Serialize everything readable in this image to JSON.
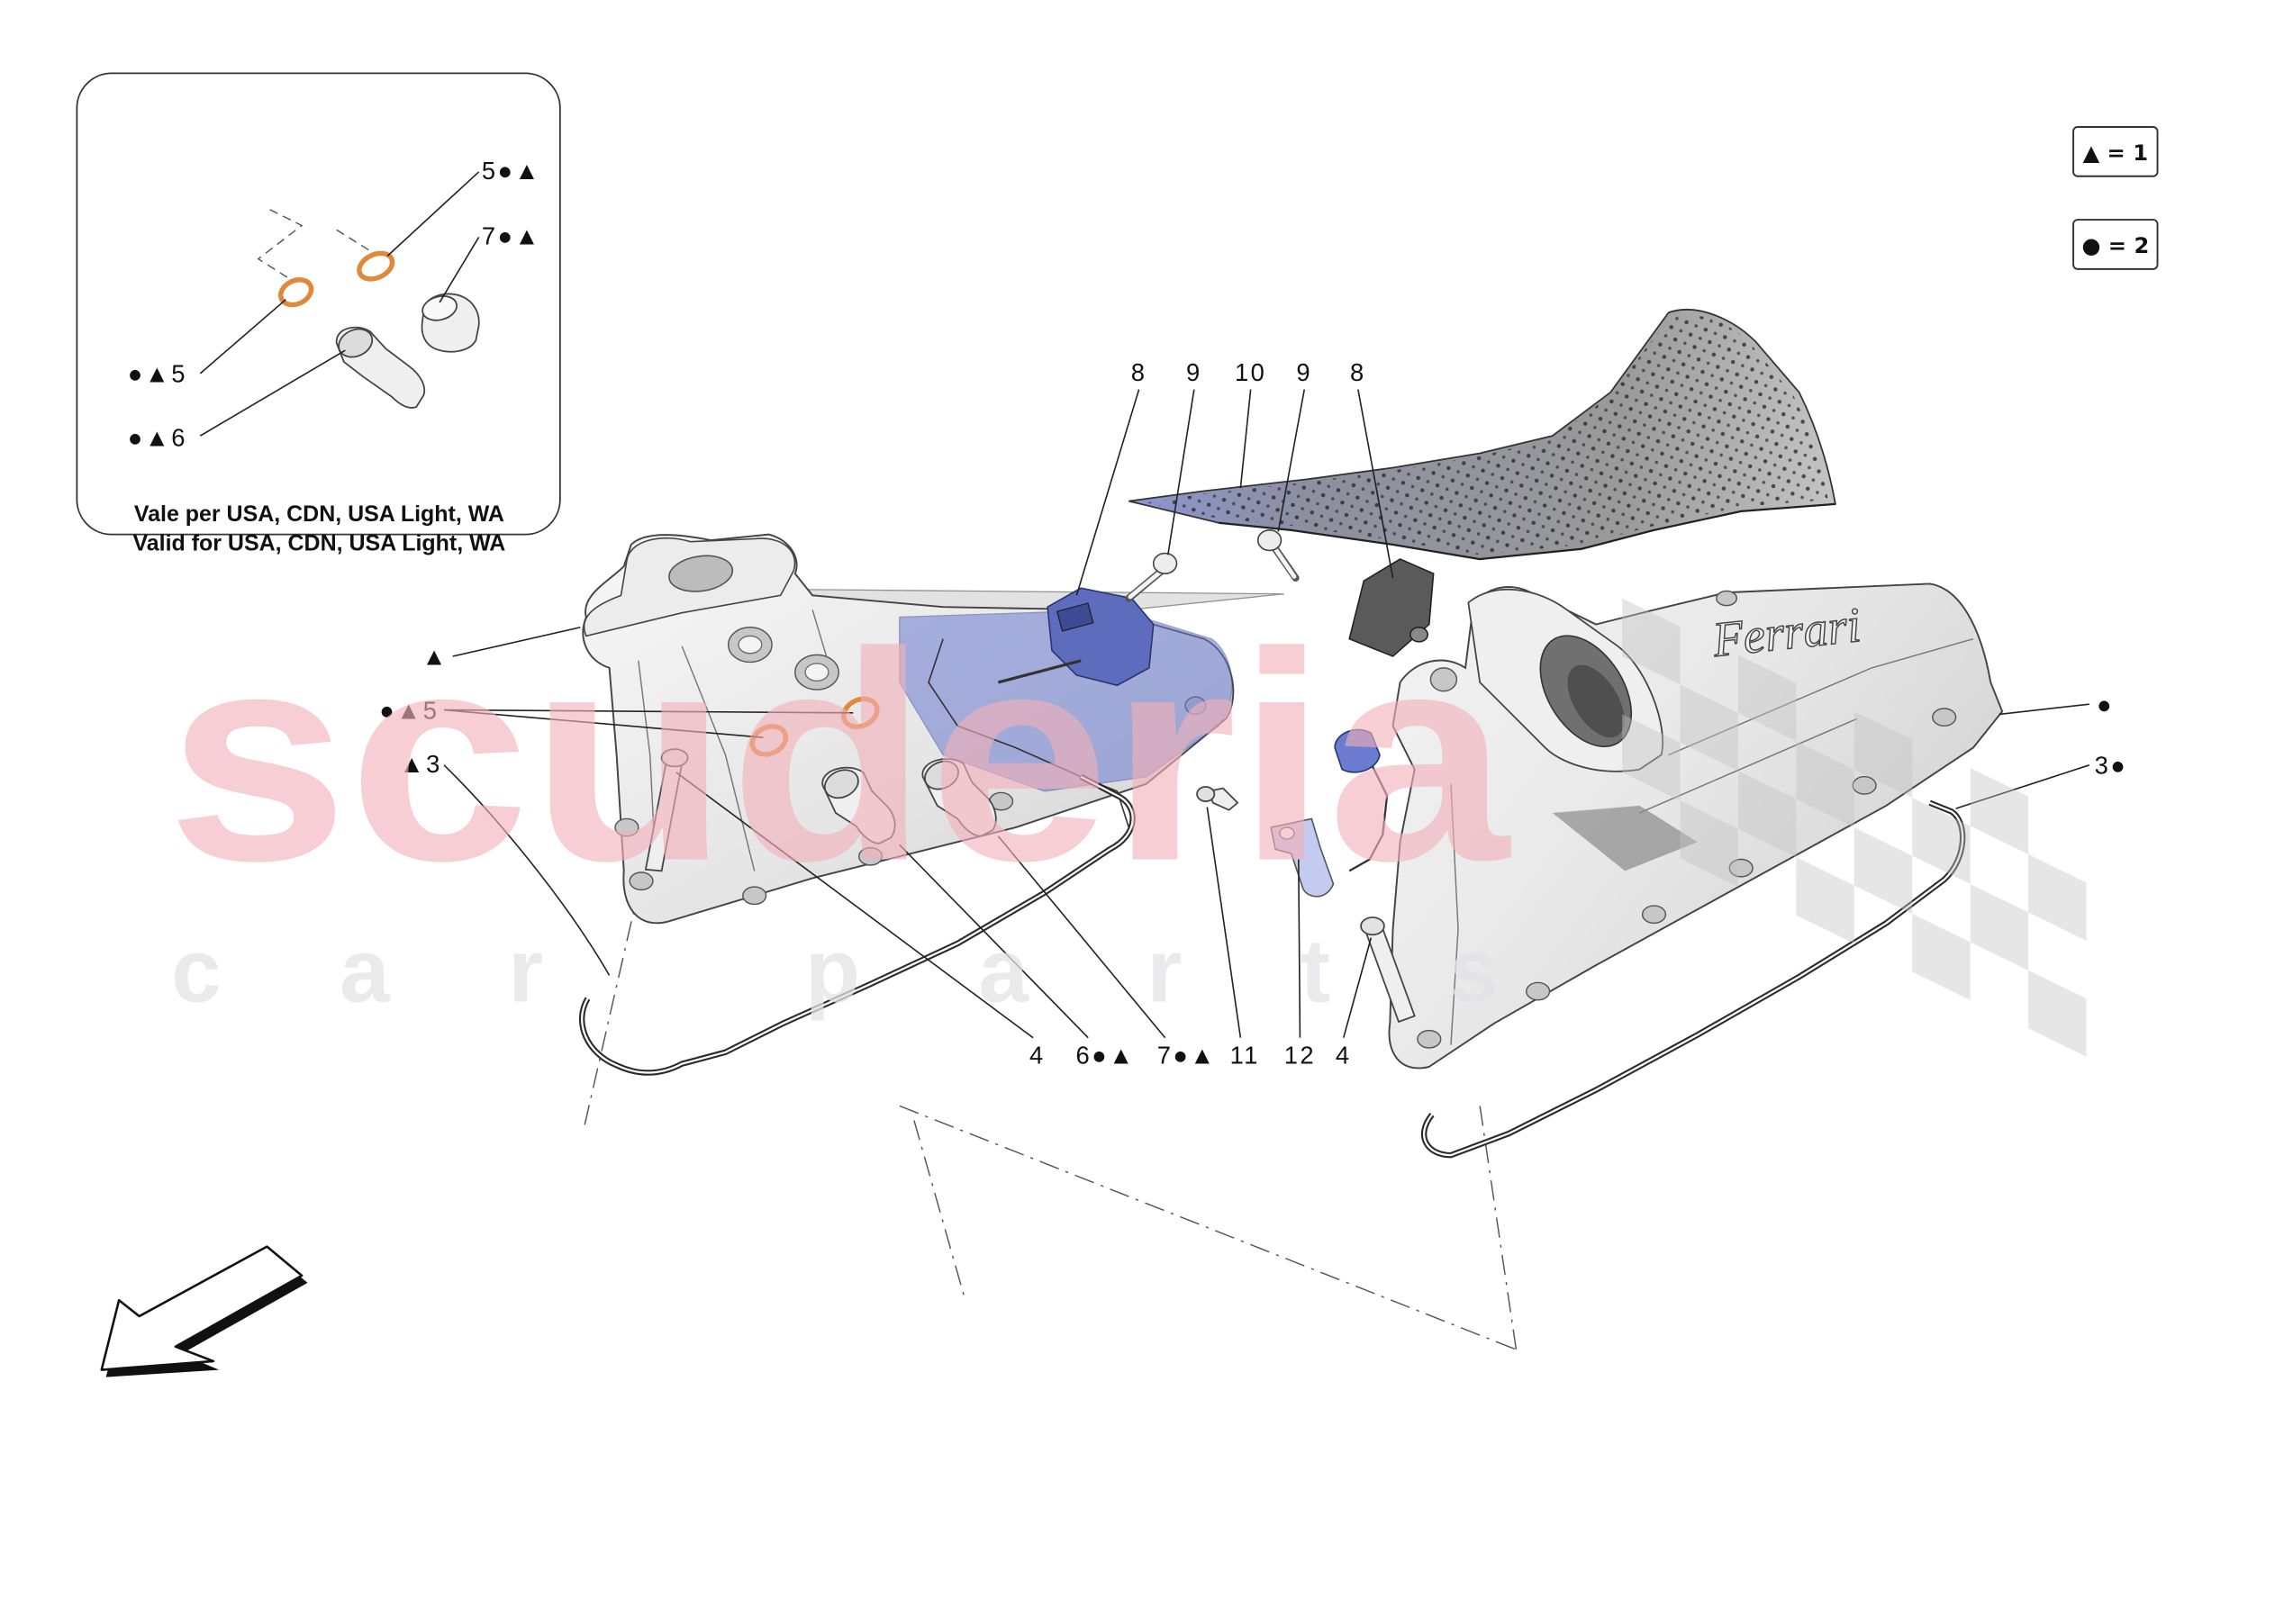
{
  "inset": {
    "labels": [
      "5●▲",
      "7●▲",
      "●▲5",
      "●▲6"
    ],
    "note_it": "Vale per USA, CDN, USA Light, WA",
    "note_en": "Valid for USA, CDN, USA Light, WA"
  },
  "legend": [
    {
      "text": "▲ = 1"
    },
    {
      "text": "● = 2"
    }
  ],
  "callouts": {
    "top": [
      "8",
      "9",
      "10",
      "9",
      "8"
    ],
    "left": [
      "▲",
      "●▲5",
      "▲3"
    ],
    "bottom": [
      "4",
      "6●▲",
      "7●▲",
      "11",
      "12",
      "4"
    ],
    "right": [
      "●",
      "3●"
    ]
  },
  "logo_text": "Ferrari",
  "watermark": {
    "brand": "scuderia",
    "sub": "car parts"
  },
  "icons": {
    "direction_arrow": "direction-arrow-icon"
  },
  "colors": {
    "oring": "#e0893a",
    "accent_blue": "#6a7bd0",
    "watermark_red": "#f2b1b9",
    "watermark_gray": "#e3e3e7",
    "flag_gray": "#c4c4c4"
  }
}
